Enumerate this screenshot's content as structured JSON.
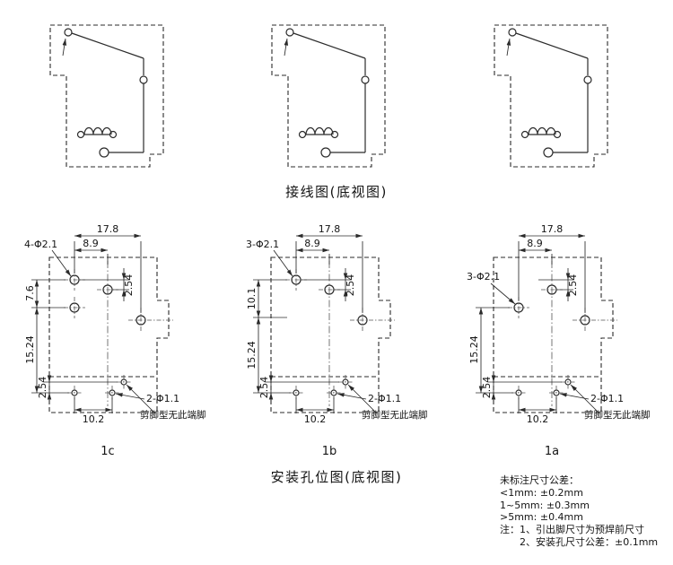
{
  "captions": {
    "wiring": "接线图(底视图)",
    "mounting": "安装孔位图(底视图)"
  },
  "mounting": {
    "c": {
      "name": "1c",
      "hole_label": "4-Φ2.1",
      "top_width": "17.8",
      "mid_width": "8.9",
      "left_top": "7.6",
      "mid_pitch": "2.54",
      "left_main": "15.24",
      "left_inner": "2.54",
      "bottom_width": "10.2",
      "small_hole_label": "2-Φ1.1",
      "cut_note": "剪脚型无此端脚"
    },
    "b": {
      "name": "1b",
      "hole_label": "3-Φ2.1",
      "top_width": "17.8",
      "mid_width": "8.9",
      "left_top": "10.1",
      "mid_pitch": "2.54",
      "left_main": "15.24",
      "left_inner": "2.54",
      "bottom_width": "10.2",
      "small_hole_label": "2-Φ1.1",
      "cut_note": "剪脚型无此端脚"
    },
    "a": {
      "name": "1a",
      "hole_label": "3-Φ2.1",
      "top_width": "17.8",
      "mid_width": "8.9",
      "mid_pitch": "2.54",
      "left_main": "15.24",
      "left_inner": "2.54",
      "bottom_width": "10.2",
      "small_hole_label": "2-Φ1.1",
      "cut_note": "剪脚型无此端脚"
    }
  },
  "notes": {
    "title": "未标注尺寸公差：",
    "lines": [
      "<1mm:  ±0.2mm",
      "1~5mm: ±0.3mm",
      ">5mm:  ±0.4mm"
    ],
    "note1": "注：1、引出脚尺寸为预焊前尺寸",
    "note2": "2、安装孔尺寸公差：±0.1mm"
  }
}
